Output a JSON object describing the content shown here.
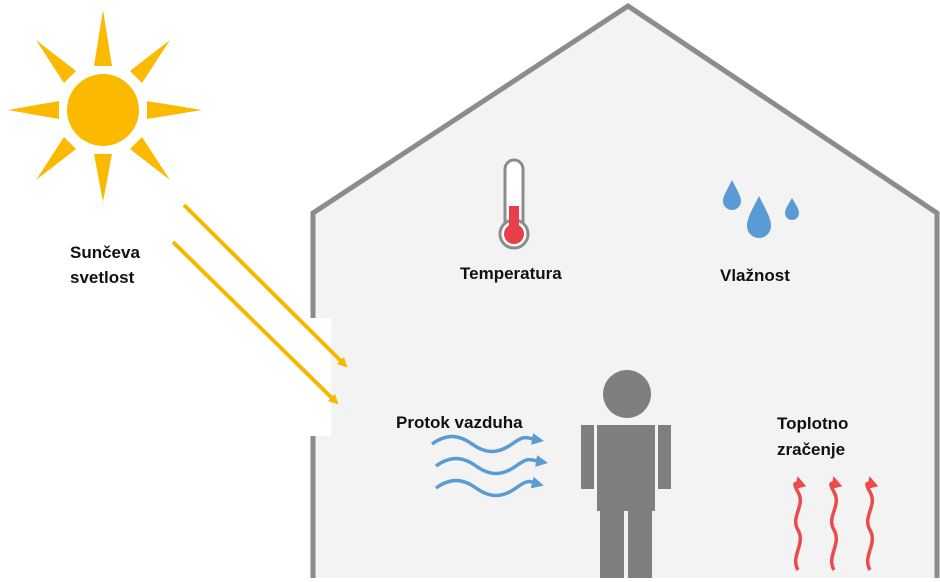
{
  "labels": {
    "sunlight_line1": "Sunčeva",
    "sunlight_line2": "svetlost",
    "temperature": "Temperatura",
    "humidity": "Vlažnost",
    "airflow": "Protok vazduha",
    "radiation_line1": "Toplotno",
    "radiation_line2": "zračenje"
  },
  "icons": {
    "sun": "sun-icon",
    "thermometer": "thermometer-icon",
    "humidity": "water-drops-icon",
    "airflow": "wind-arrows-icon",
    "person": "person-icon",
    "radiation": "heat-waves-icon"
  },
  "colors": {
    "sun": "#FBB900",
    "sunlight_rays": "#F5B800",
    "house_outline": "#8C8C8C",
    "house_fill": "#F3F3F3",
    "thermometer_fill": "#E8404A",
    "water": "#5B9BD5",
    "airflow": "#5B9BD5",
    "person": "#7F7F7F",
    "radiation": "#EC4B4B"
  }
}
